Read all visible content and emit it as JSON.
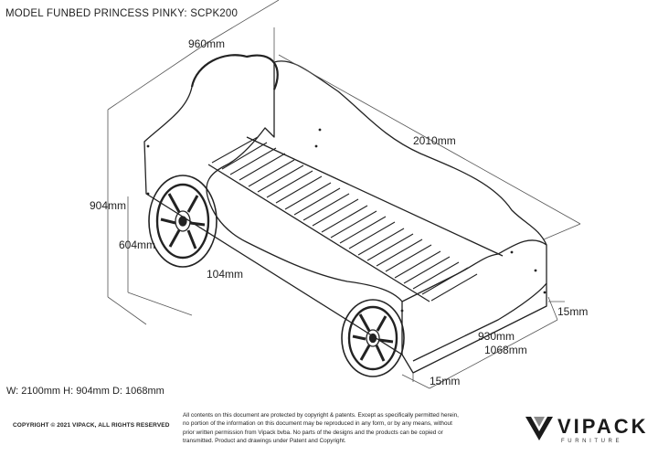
{
  "document": {
    "title": "MODEL FUNBED PRINCESS PINKY: SCPK200",
    "overall_dimensions": "W: 2100mm H: 904mm D: 1068mm"
  },
  "dimensions": {
    "headboard_width": "960mm",
    "length": "2010mm",
    "height": "904mm",
    "side_height": "604mm",
    "wheel_offset": "104mm",
    "side_thickness_top": "15mm",
    "inner_width": "930mm",
    "outer_width": "1068mm",
    "side_thickness_bottom": "15mm"
  },
  "footer": {
    "copyright": "COPYRIGHT  © 2021 VIPACK, ALL RIGHTS RESERVED",
    "legal_lines": [
      "All contents on this document are protected by copyright & patents. Except as specifically permitted herein,",
      "no portion of the information on this document may be reproduced in any form, or by any means, without",
      "prior written permission from Vipack bvba. No parts of the designs and the products can be copied or",
      "transmitted. Product and drawings under Patent and Copyright."
    ],
    "brand_name": "VIPACK",
    "brand_sub": "FURNITURE"
  }
}
